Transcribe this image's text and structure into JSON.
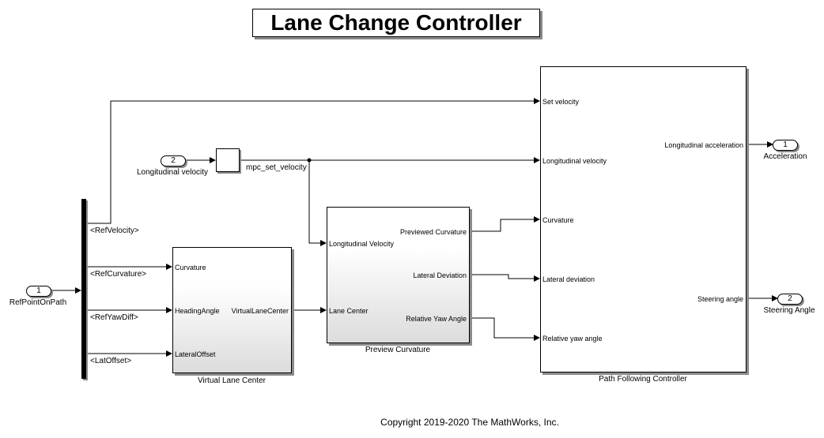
{
  "title": "Lane Change Controller",
  "copyright": "Copyright 2019-2020 The MathWorks, Inc.",
  "inports": [
    {
      "number": "1",
      "label": "RefPointOnPath"
    },
    {
      "number": "2",
      "label": "Longitudinal velocity"
    }
  ],
  "outports": [
    {
      "number": "1",
      "label": "Acceleration"
    },
    {
      "number": "2",
      "label": "Steering Angle"
    }
  ],
  "bus_selector": {
    "signals": [
      "<RefVelocity>",
      "<RefCurvature>",
      "<RefYawDiff>",
      "<LatOffset>"
    ]
  },
  "saturation": {
    "signal_label": "mpc_set_velocity"
  },
  "virtual_lane_center": {
    "name": "Virtual Lane Center",
    "inputs": [
      "Curvature",
      "HeadingAngle",
      "LateralOffset"
    ],
    "outputs": [
      "VirtualLaneCenter"
    ]
  },
  "preview_curvature": {
    "name": "Preview Curvature",
    "inputs": [
      "Longitudinal Velocity",
      "Lane Center"
    ],
    "outputs": [
      "Previewed Curvature",
      "Lateral Deviation",
      "Relative Yaw Angle"
    ]
  },
  "path_following_controller": {
    "name": "Path Following Controller",
    "inputs": [
      "Set velocity",
      "Longitudinal velocity",
      "Curvature",
      "Lateral deviation",
      "Relative yaw angle"
    ],
    "outputs": [
      "Longitudinal acceleration",
      "Steering angle"
    ]
  }
}
